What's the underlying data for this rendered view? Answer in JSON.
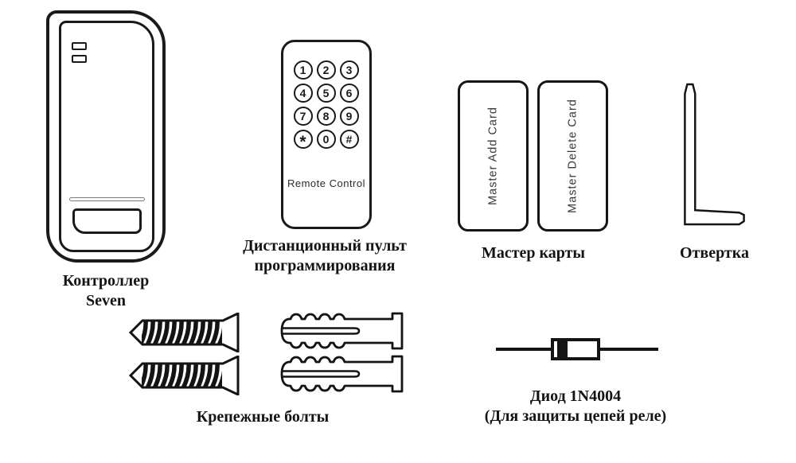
{
  "colors": {
    "ink": "#1a1a1a",
    "background": "#ffffff",
    "slot_gray": "#7a7a7a"
  },
  "items": {
    "controller": {
      "label_line1": "Контроллер",
      "label_line2": "Seven"
    },
    "remote": {
      "keys": [
        "1",
        "2",
        "3",
        "4",
        "5",
        "6",
        "7",
        "8",
        "9",
        "*",
        "0",
        "#"
      ],
      "device_text": "Remote Control",
      "label_line1": "Дистанционный пульт",
      "label_line2": "программирования"
    },
    "cards": {
      "card_add_text": "Master Add Card",
      "card_delete_text": "Master Delete Card",
      "label": "Мастер карты"
    },
    "screwdriver": {
      "label": "Отвертка"
    },
    "fasteners": {
      "label": "Крепежные болты",
      "screw_count": 2,
      "anchor_count": 2
    },
    "diode": {
      "label_line1": "Диод 1N4004",
      "label_line2": "(Для защиты цепей реле)"
    }
  }
}
